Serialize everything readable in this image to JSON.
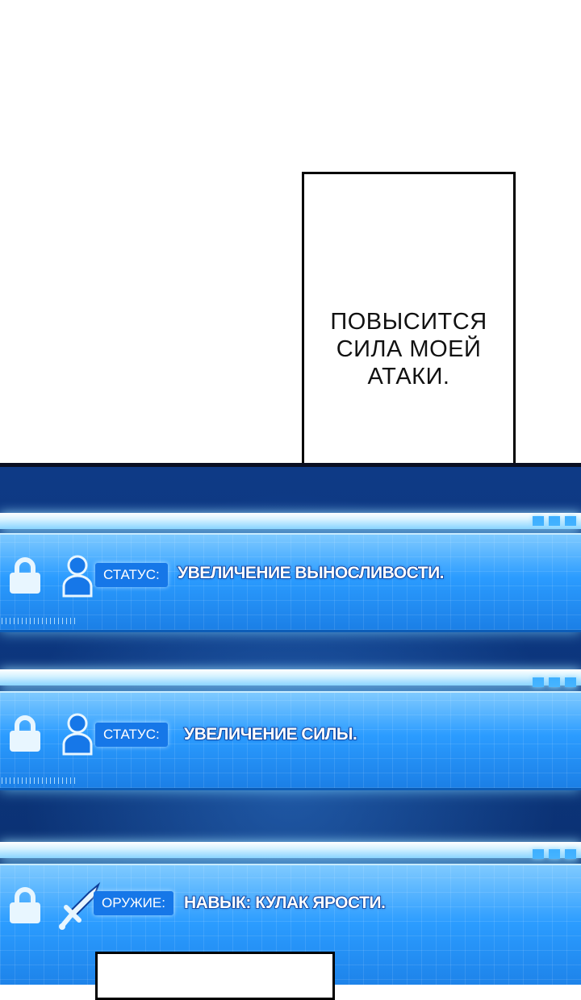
{
  "speech_bubble": {
    "lines": [
      "ПОВЫСИТСЯ",
      "СИЛА МОЕЙ",
      "АТАКИ."
    ]
  },
  "status_rows": [
    {
      "icon_left": "lock-icon",
      "icon_right": "person-icon",
      "label": "СТАТУС:",
      "value": "УВЕЛИЧЕНИЕ ВЫНОСЛИВОСТИ."
    },
    {
      "icon_left": "lock-icon",
      "icon_right": "person-icon",
      "label": "СТАТУС:",
      "value": "УВЕЛИЧЕНИЕ СИЛЫ."
    },
    {
      "icon_left": "lock-icon",
      "icon_right": "sword-icon",
      "label": "ОРУЖИЕ:",
      "value": "НАВЫК: КУЛАК ЯРОСТИ."
    }
  ],
  "colors": {
    "panel_dark": "#0c3b7e",
    "band_light": "#2b9cff",
    "label_bg": "#1677e8",
    "text_outline": "#0d3f9b"
  }
}
